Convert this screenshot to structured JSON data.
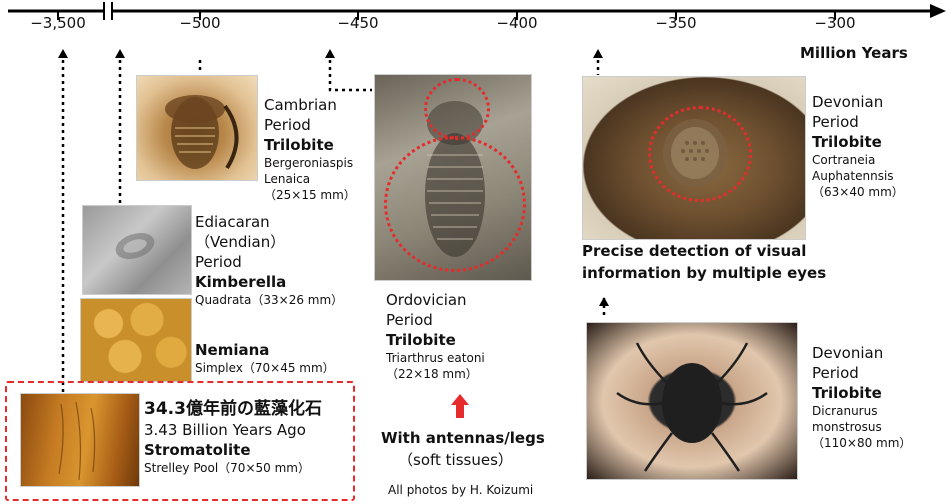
{
  "axis": {
    "ticks": [
      "−3,500",
      "−500",
      "−450",
      "−400",
      "−350",
      "−300"
    ],
    "unit_label": "Million Years"
  },
  "specimens": {
    "cambrian": {
      "period": "Cambrian",
      "period2": "Period",
      "name": "Trilobite",
      "species1": "Bergeroniaspis",
      "species2": "Lenaica",
      "size": "（25×15 mm）"
    },
    "ediacaran": {
      "period": "Ediacaran",
      "period2": "（Vendian）",
      "period3": "Period",
      "name": "Kimberella",
      "species": "Quadrata（33×26 mm）"
    },
    "nemiana": {
      "name": "Nemiana",
      "species": "Simplex（70×45 mm）"
    },
    "stromatolite": {
      "jp_title": "34.3億年前の藍藻化石",
      "age": "3.43 Billion Years Ago",
      "name": "Stromatolite",
      "locality": "Strelley Pool（70×50 mm）"
    },
    "ordovician": {
      "period": "Ordovician",
      "period2": "Period",
      "name": "Trilobite",
      "species": "Triarthrus eatoni",
      "size": "（22×18 mm）",
      "note1": "With antennas/legs",
      "note2": "（soft tissues）"
    },
    "devonian1": {
      "period": "Devonian",
      "period2": "Period",
      "name": "Trilobite",
      "species1": "Cortraneia",
      "species2": "Auphatennsis",
      "size": "（63×40 mm）"
    },
    "devonian2": {
      "period": "Devonian",
      "period2": "Period",
      "name": "Trilobite",
      "species1": "Dicranurus",
      "species2": "monstrosus",
      "size": "（110×80 mm）"
    }
  },
  "eyes_note": {
    "line1": "Precise detection of visual",
    "line2": "information by multiple eyes"
  },
  "credit": "All photos by H. Koizumi",
  "colors": {
    "accent_red": "#e52b2b",
    "arrow_cyan": "#4fb6cc"
  }
}
